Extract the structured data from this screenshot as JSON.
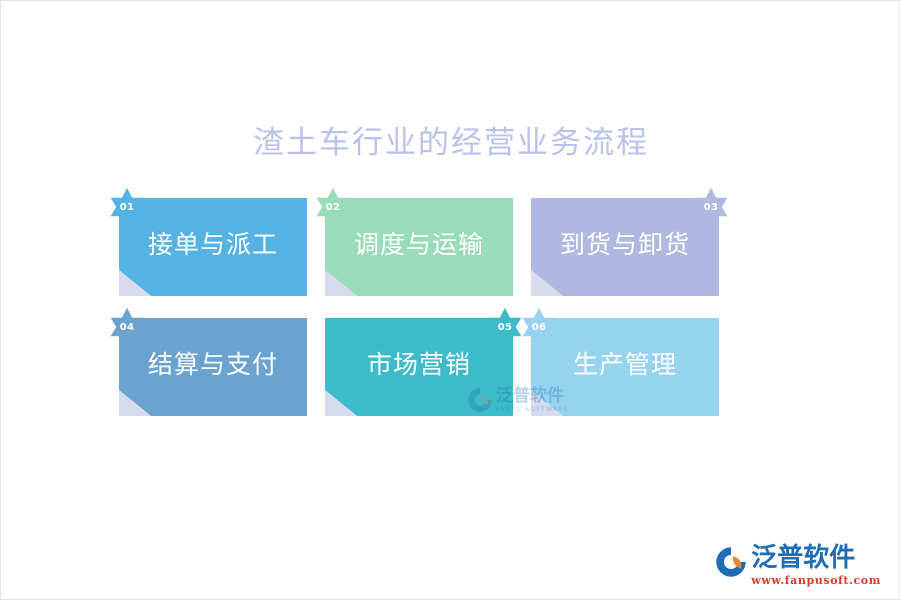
{
  "page": {
    "title": "渣土车行业的经营业务流程",
    "background_color": "#ffffff",
    "title_color": "#b9c2ea"
  },
  "flow": {
    "cards": [
      {
        "number": "01",
        "label": "接单与派工",
        "color": "#54b3e4",
        "badge_side": "left",
        "fold_color": "#d6dbee"
      },
      {
        "number": "02",
        "label": "调度与运输",
        "color": "#9adcba",
        "badge_side": "left",
        "fold_color": "#d6dbee"
      },
      {
        "number": "03",
        "label": "到货与卸货",
        "color": "#aeb8e0",
        "badge_side": "right",
        "fold_color": "#d6dbee"
      },
      {
        "number": "04",
        "label": "结算与支付",
        "color": "#6ba3d0",
        "badge_side": "left",
        "fold_color": "#d6dbee"
      },
      {
        "number": "05",
        "label": "市场营销",
        "color": "#3dbbc9",
        "badge_side": "right",
        "fold_color": "#d6dbee"
      },
      {
        "number": "06",
        "label": "生产管理",
        "color": "#96d3ef",
        "badge_side": "left",
        "fold_color": "#d6dbee"
      }
    ]
  },
  "watermark": {
    "name_cn": "泛普软件",
    "name_en": "FANPU SOFTWARE"
  },
  "logo": {
    "name_cn": "泛普软件",
    "url": "www.fanpusoft.com",
    "brand_color": "#1f6db5",
    "url_color": "#d93a2b"
  }
}
